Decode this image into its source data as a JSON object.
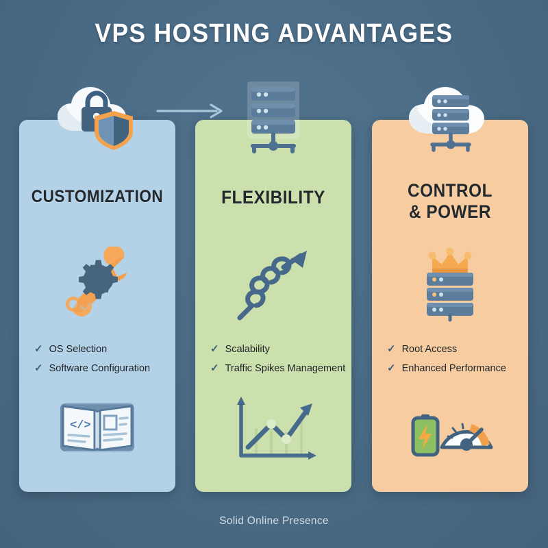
{
  "title": "VPS HOSTING ADVANTAGES",
  "footer": "Solid Online Presence",
  "theme": {
    "background": "#4a6b85",
    "title_color": "#ffffff",
    "card_title_color": "#23282d",
    "accent_orange": "#f5a24e",
    "accent_slate": "#42627f",
    "card1_bg": "#b4d2e7",
    "card2_bg": "#cbe0ac",
    "card3_bg": "#f6cca0",
    "check_color": "#3d5f7d",
    "footer_color": "#d3dde6"
  },
  "connector": {
    "icon": "arrow-right-icon",
    "color": "#a9c6da"
  },
  "cards": [
    {
      "id": "customization",
      "title": "CUSTOMIZATION",
      "title_lines": [
        "CUSTOMIZATION"
      ],
      "bg": "#b4d2e7",
      "top_icon": "cloud-lock-shield-icon",
      "mid_icon": "wrench-gear-icon",
      "bottom_icon": "open-book-code-icon",
      "bullets": [
        {
          "check": "✓",
          "label": "OS Selection"
        },
        {
          "check": "✓",
          "label": "Software Configuration"
        }
      ]
    },
    {
      "id": "flexibility",
      "title": "FLEXIBILITY",
      "title_lines": [
        "FLEXIBILITY"
      ],
      "bg": "#cbe0ac",
      "top_icon": "server-rack-network-icon",
      "mid_icon": "coiled-growth-arrow-icon",
      "bottom_icon": "line-chart-growth-icon",
      "bullets": [
        {
          "check": "✓",
          "label": "Scalability"
        },
        {
          "check": "✓",
          "label": "Traffic Spikes Management"
        }
      ]
    },
    {
      "id": "control",
      "title": "CONTROL & POWER",
      "title_lines": [
        "CONTROL",
        "& POWER"
      ],
      "bg": "#f6cca0",
      "top_icon": "cloud-server-icon",
      "mid_icon": "crowned-server-icon",
      "bottom_icon": "battery-speedometer-icon",
      "bullets": [
        {
          "check": "✓",
          "label": "Root Access"
        },
        {
          "check": "✓",
          "label": "Enhanced Performance"
        }
      ]
    }
  ]
}
